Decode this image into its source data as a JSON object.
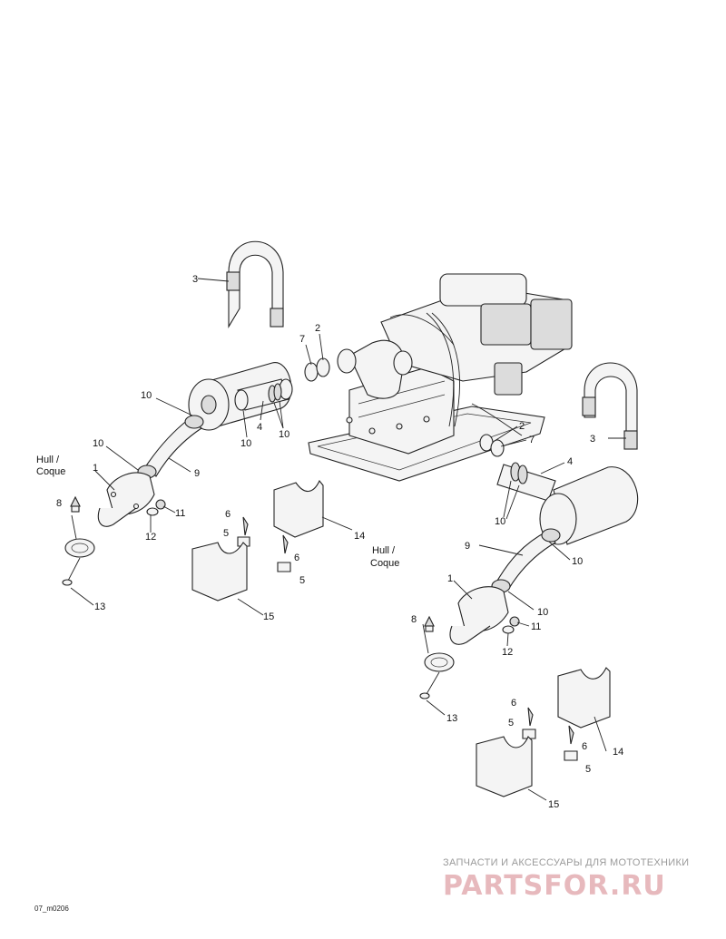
{
  "diagram": {
    "callouts": [
      {
        "id": "c3a",
        "text": "3"
      },
      {
        "id": "c7a",
        "text": "7"
      },
      {
        "id": "c2a",
        "text": "2"
      },
      {
        "id": "c10a",
        "text": "10"
      },
      {
        "id": "c4a",
        "text": "4"
      },
      {
        "id": "c10b",
        "text": "10"
      },
      {
        "id": "c10c",
        "text": "10"
      },
      {
        "id": "c10d",
        "text": "10"
      },
      {
        "id": "c9a",
        "text": "9"
      },
      {
        "id": "c1a",
        "text": "1"
      },
      {
        "id": "c8a",
        "text": "8"
      },
      {
        "id": "c11a",
        "text": "11"
      },
      {
        "id": "c12a",
        "text": "12"
      },
      {
        "id": "c13a",
        "text": "13"
      },
      {
        "id": "c6a",
        "text": "6"
      },
      {
        "id": "c5a",
        "text": "5"
      },
      {
        "id": "c6b",
        "text": "6"
      },
      {
        "id": "c5b",
        "text": "5"
      },
      {
        "id": "c14a",
        "text": "14"
      },
      {
        "id": "c15a",
        "text": "15"
      },
      {
        "id": "c3b",
        "text": "3"
      },
      {
        "id": "c2b",
        "text": "2"
      },
      {
        "id": "c7b",
        "text": "7"
      },
      {
        "id": "c4b",
        "text": "4"
      },
      {
        "id": "c10e",
        "text": "10"
      },
      {
        "id": "c9b",
        "text": "9"
      },
      {
        "id": "c10f",
        "text": "10"
      },
      {
        "id": "c1b",
        "text": "1"
      },
      {
        "id": "c10g",
        "text": "10"
      },
      {
        "id": "c8b",
        "text": "8"
      },
      {
        "id": "c11b",
        "text": "11"
      },
      {
        "id": "c12b",
        "text": "12"
      },
      {
        "id": "c13b",
        "text": "13"
      },
      {
        "id": "c6c",
        "text": "6"
      },
      {
        "id": "c5c",
        "text": "5"
      },
      {
        "id": "c6d",
        "text": "6"
      },
      {
        "id": "c5d",
        "text": "5"
      },
      {
        "id": "c14b",
        "text": "14"
      },
      {
        "id": "c15b",
        "text": "15"
      }
    ],
    "hull_label_left": {
      "line1": "Hull /",
      "line2": "Coque"
    },
    "hull_label_right": {
      "line1": "Hull /",
      "line2": "Coque"
    },
    "drawing_code": "07_m0206"
  },
  "watermark": {
    "tagline": "ЗАПЧАСТИ И АКСЕССУАРЫ ДЛЯ МОТОТЕХНИКИ",
    "logo": "PARTSFOR.RU"
  }
}
